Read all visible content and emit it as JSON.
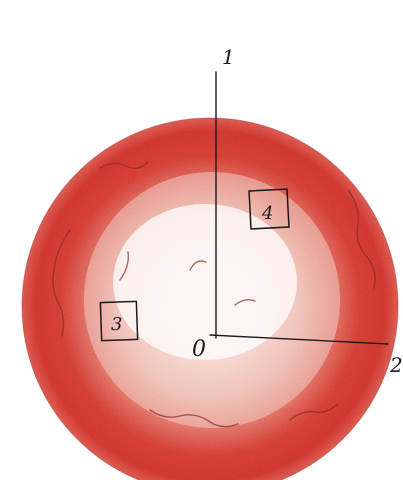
{
  "diagram": {
    "axis_labels": {
      "vertical_axis": "1",
      "horizontal_axis": "2",
      "origin": "0"
    },
    "regions": [
      {
        "label": "4"
      },
      {
        "label": "3"
      }
    ],
    "colors": {
      "outer_ring": "#d9423a",
      "middle_ring": "#e98a7d",
      "inner_area": "#f6e6e1",
      "center": "#ffffff",
      "ink": "#1a1a1a"
    }
  }
}
